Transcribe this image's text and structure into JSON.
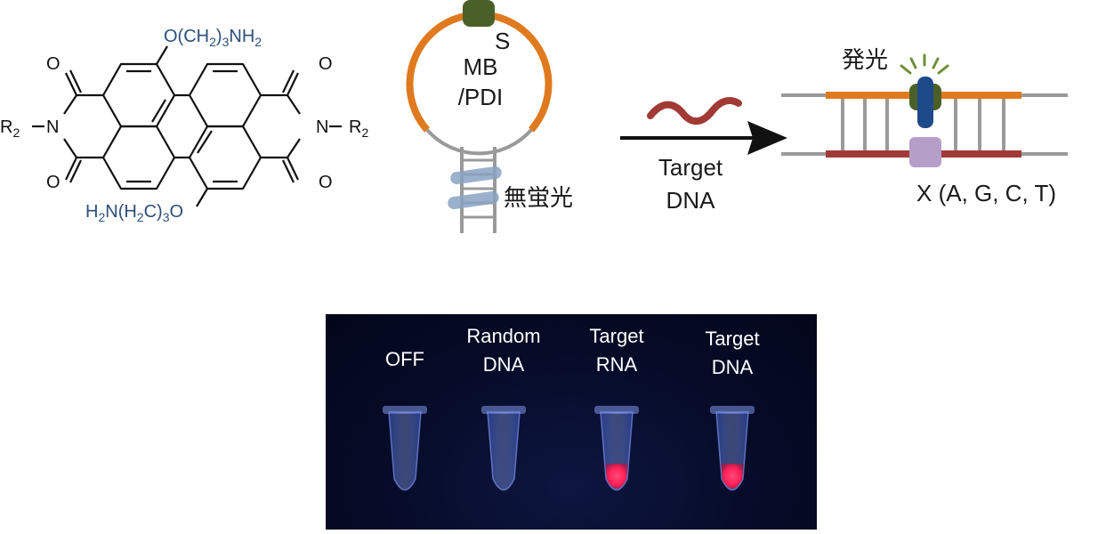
{
  "molecule": {
    "substituent_top": [
      "O(CH",
      "2",
      ")",
      "3",
      "NH",
      "2"
    ],
    "substituent_bottom": [
      "H",
      "2",
      "N(H",
      "2",
      "C)",
      "3",
      "O"
    ],
    "left_r": [
      "R",
      "2"
    ],
    "right_r": [
      "R",
      "2"
    ],
    "atom_o": "O",
    "atom_n": "N"
  },
  "probe": {
    "label_line1": "MB",
    "label_line2": "/PDI",
    "sulfur": "S",
    "state_off": "無蛍光"
  },
  "reaction": {
    "arrow_label_line1": "Target",
    "arrow_label_line2": "DNA"
  },
  "duplex": {
    "state_on": "発光",
    "base_label": "X (A, G, C, T)"
  },
  "photo": {
    "tubes": [
      {
        "label_lines": [
          "OFF"
        ],
        "glow": 0
      },
      {
        "label_lines": [
          "Random",
          "DNA"
        ],
        "glow": 0
      },
      {
        "label_lines": [
          "Target",
          "RNA"
        ],
        "glow": 1
      },
      {
        "label_lines": [
          "Target",
          "DNA"
        ],
        "glow": 1
      }
    ]
  },
  "colors": {
    "orange_strand": "#e07a1f",
    "red_strand": "#a13a34",
    "gray_strand": "#9a9a9a",
    "pdi_green": "#4a6028",
    "pdi_blue": "#1f4a8a",
    "base_lilac": "#b59fc8",
    "stem_blue": "#8aa2c2",
    "blue_text": "#2c4f78",
    "glow_red": "#ff1f55"
  }
}
